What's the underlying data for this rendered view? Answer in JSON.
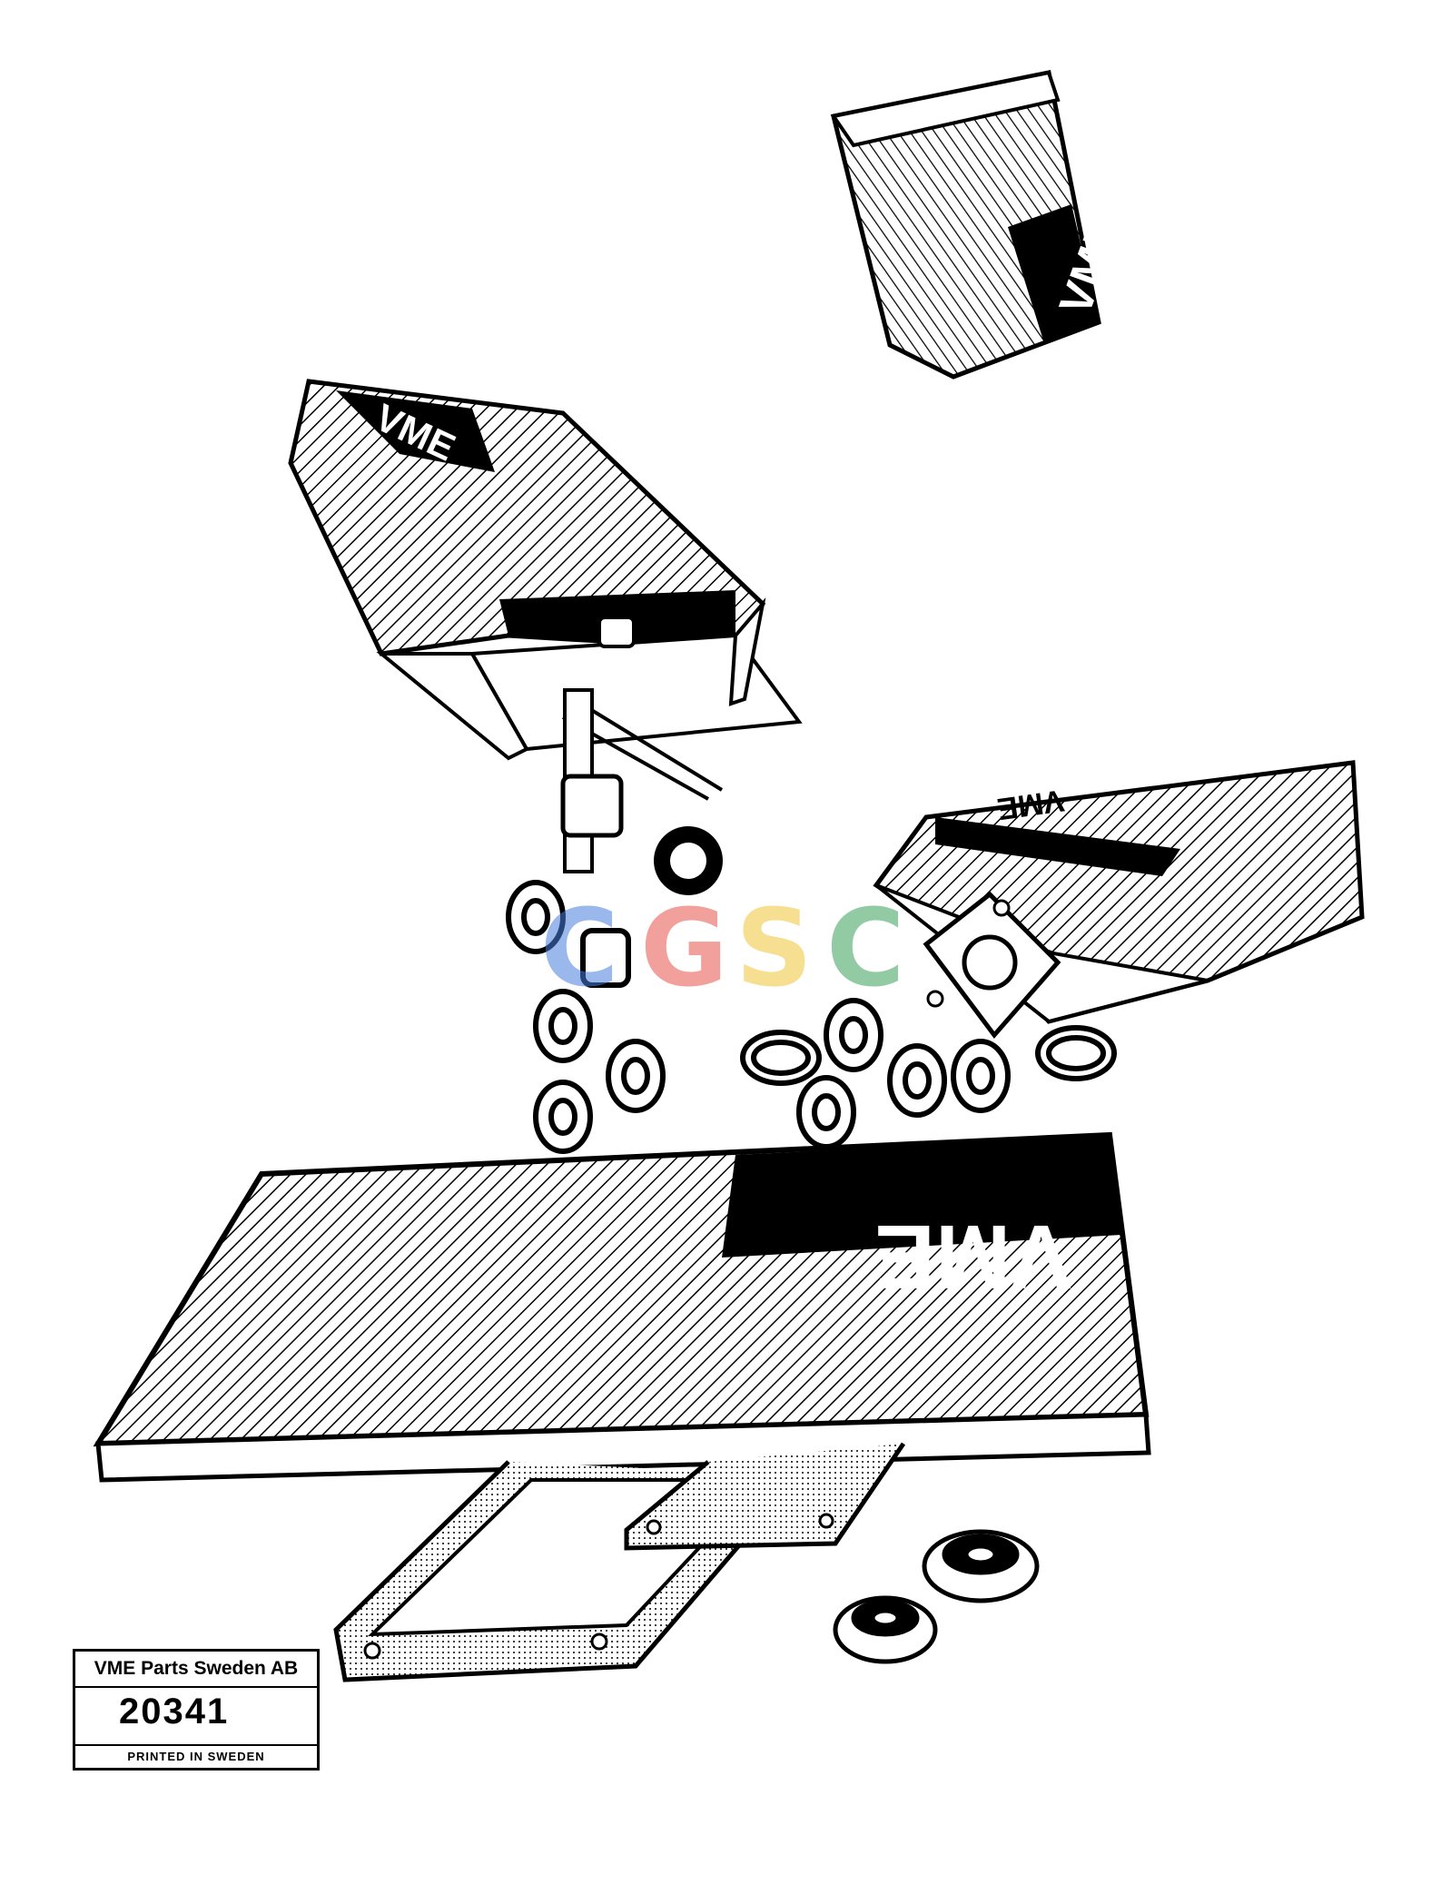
{
  "figure": {
    "pack_brand": "VME",
    "watermark": [
      "C",
      "G",
      "S",
      "C"
    ],
    "watermark_colors": [
      "#4a7fe0",
      "#e8534a",
      "#f2c53a",
      "#3aa05a"
    ]
  },
  "label": {
    "company": "VME Parts Sweden AB",
    "part_number": "20341",
    "footer": "PRINTED IN SWEDEN"
  }
}
